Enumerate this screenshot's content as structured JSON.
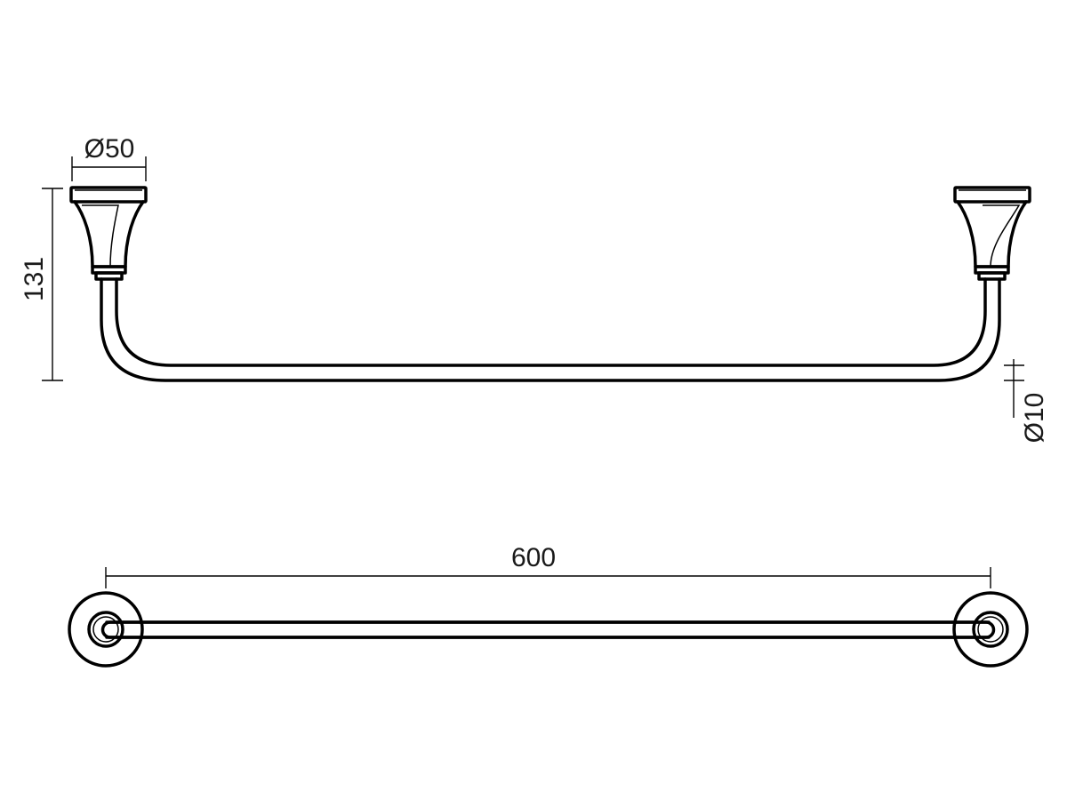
{
  "drawing": {
    "dimensions": {
      "base_diameter": "Ø50",
      "height": "131",
      "bar_diameter": "Ø10",
      "length": "600"
    },
    "colors": {
      "line": "#000000",
      "background": "#ffffff",
      "text": "#1a1a1a"
    }
  }
}
